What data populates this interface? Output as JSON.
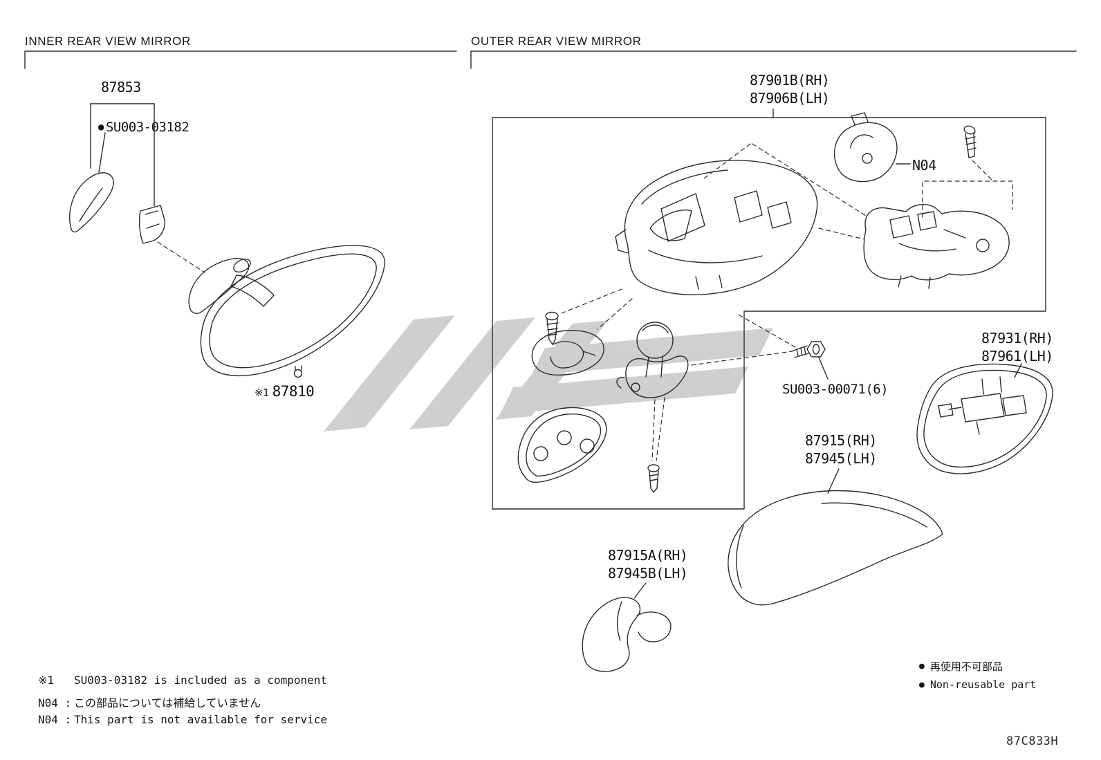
{
  "sections": {
    "inner": {
      "title": "INNER REAR VIEW MIRROR"
    },
    "outer": {
      "title": "OUTER REAR VIEW MIRROR"
    }
  },
  "parts": {
    "cover": {
      "number": "87853"
    },
    "mirror_button": {
      "bullet": "●",
      "number": "SU003-03182"
    },
    "inner_mirror": {
      "ref": "※1",
      "number": "87810"
    },
    "outer_mirror_assy": {
      "rh": "87901B(RH)",
      "lh": "87906B(LH)"
    },
    "actuator": {
      "code": "N04"
    },
    "bolt": {
      "number": "SU003-00071(6)"
    },
    "outer_glass": {
      "rh": "87931(RH)",
      "lh": "87961(LH)"
    },
    "outer_cover": {
      "rh": "87915(RH)",
      "lh": "87945(LH)"
    },
    "corner_cover": {
      "rh": "87915A(RH)",
      "lh": "87945B(LH)"
    }
  },
  "footnotes": [
    {
      "prefix": "※1",
      "text": "SU003-03182 is included as a component"
    },
    {
      "prefix": "N04 :",
      "text": "この部品については補給していません"
    },
    {
      "prefix": "N04 :",
      "text": "This part is not available for service"
    }
  ],
  "legend": [
    {
      "bullet": "●",
      "text": "再使用不可部品"
    },
    {
      "bullet": "●",
      "text": "Non-reusable part"
    }
  ],
  "drawing_code": "87C833H",
  "colors": {
    "line": "#2b2b2b",
    "watermark": "#8a8a8a"
  }
}
